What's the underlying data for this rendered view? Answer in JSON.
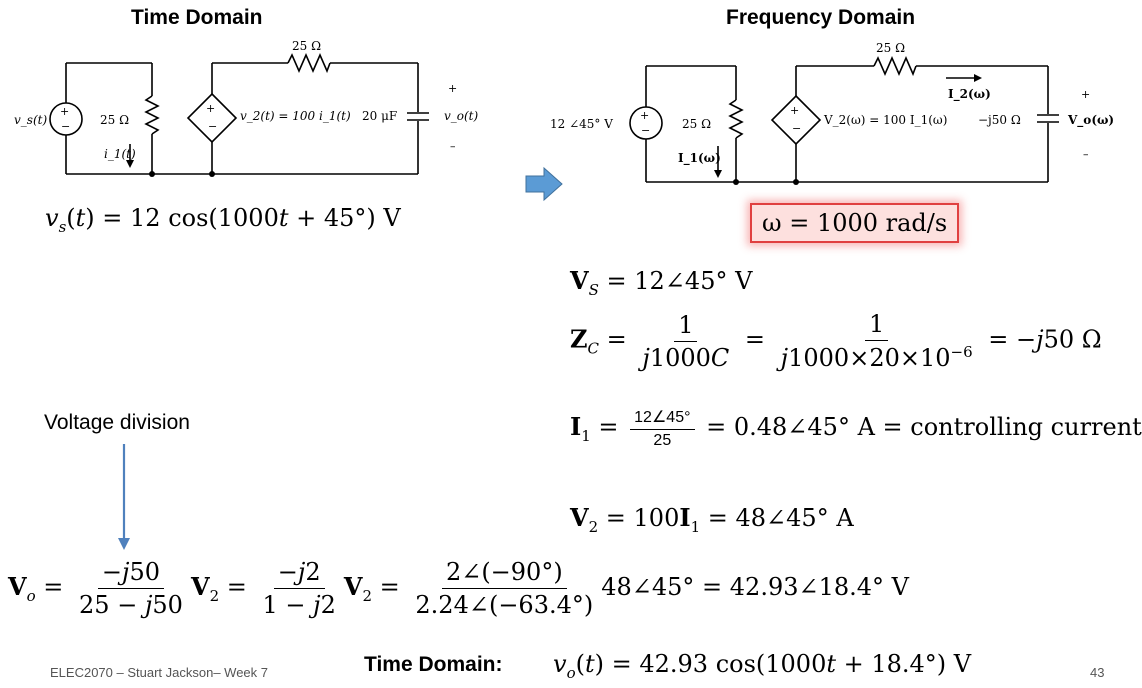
{
  "headers": {
    "time_domain": "Time Domain",
    "frequency_domain": "Frequency Domain"
  },
  "time_circuit": {
    "source_label": "v_s(t)",
    "r_top": "25 Ω",
    "r_left": "25 Ω",
    "i1_label": "i_1(t)",
    "dep_source_label": "v_2(t) = 100 i_1(t)",
    "cap_label": "20 μF",
    "vo_label": "v_o(t)",
    "plus": "+",
    "minus": "–"
  },
  "freq_circuit": {
    "source_label": "12 ∠45° V",
    "r_top": "25 Ω",
    "r_left": "25 Ω",
    "i1_label": "I_1(ω)",
    "i2_label": "I_2(ω)",
    "dep_source_label": "V_2(ω) = 100 I_1(ω)",
    "cap_label": "−j50 Ω",
    "vo_label": "V_o(ω)",
    "plus": "+",
    "minus": "–"
  },
  "equations": {
    "vs_time": "vs(t) = 12 cos(1000t + 45°) V",
    "omega": "ω = 1000 rad/s",
    "Vs": "VS = 12∠45° V",
    "Zc": "ZC = 1/(j1000C) = 1/(j1000×20×10⁻⁶) = −j50 Ω",
    "I1": "I1 = (12∠45°)/25 = 0.48∠45° A = controlling current",
    "V2": "V2 = 100I1 = 48∠45° A",
    "Vo": "Vo = −j50/(25 − j50) V2 = −j2/(1 − j2) V2 = 2∠(−90°)/2.24∠(−63.4°) 48∠45° = 42.93∠18.4° V",
    "time_domain_label": "Time Domain:",
    "vo_time": "vo(t) = 42.93 cos(1000t + 18.4°) V"
  },
  "annotation": {
    "voltage_division": "Voltage division"
  },
  "footer": {
    "course": "ELEC2070 – Stuart Jackson– Week 7",
    "page": "43"
  },
  "colors": {
    "arrow_blue": "#4f81bd",
    "highlight_border": "#e04040",
    "highlight_fill": "#fde0de"
  }
}
